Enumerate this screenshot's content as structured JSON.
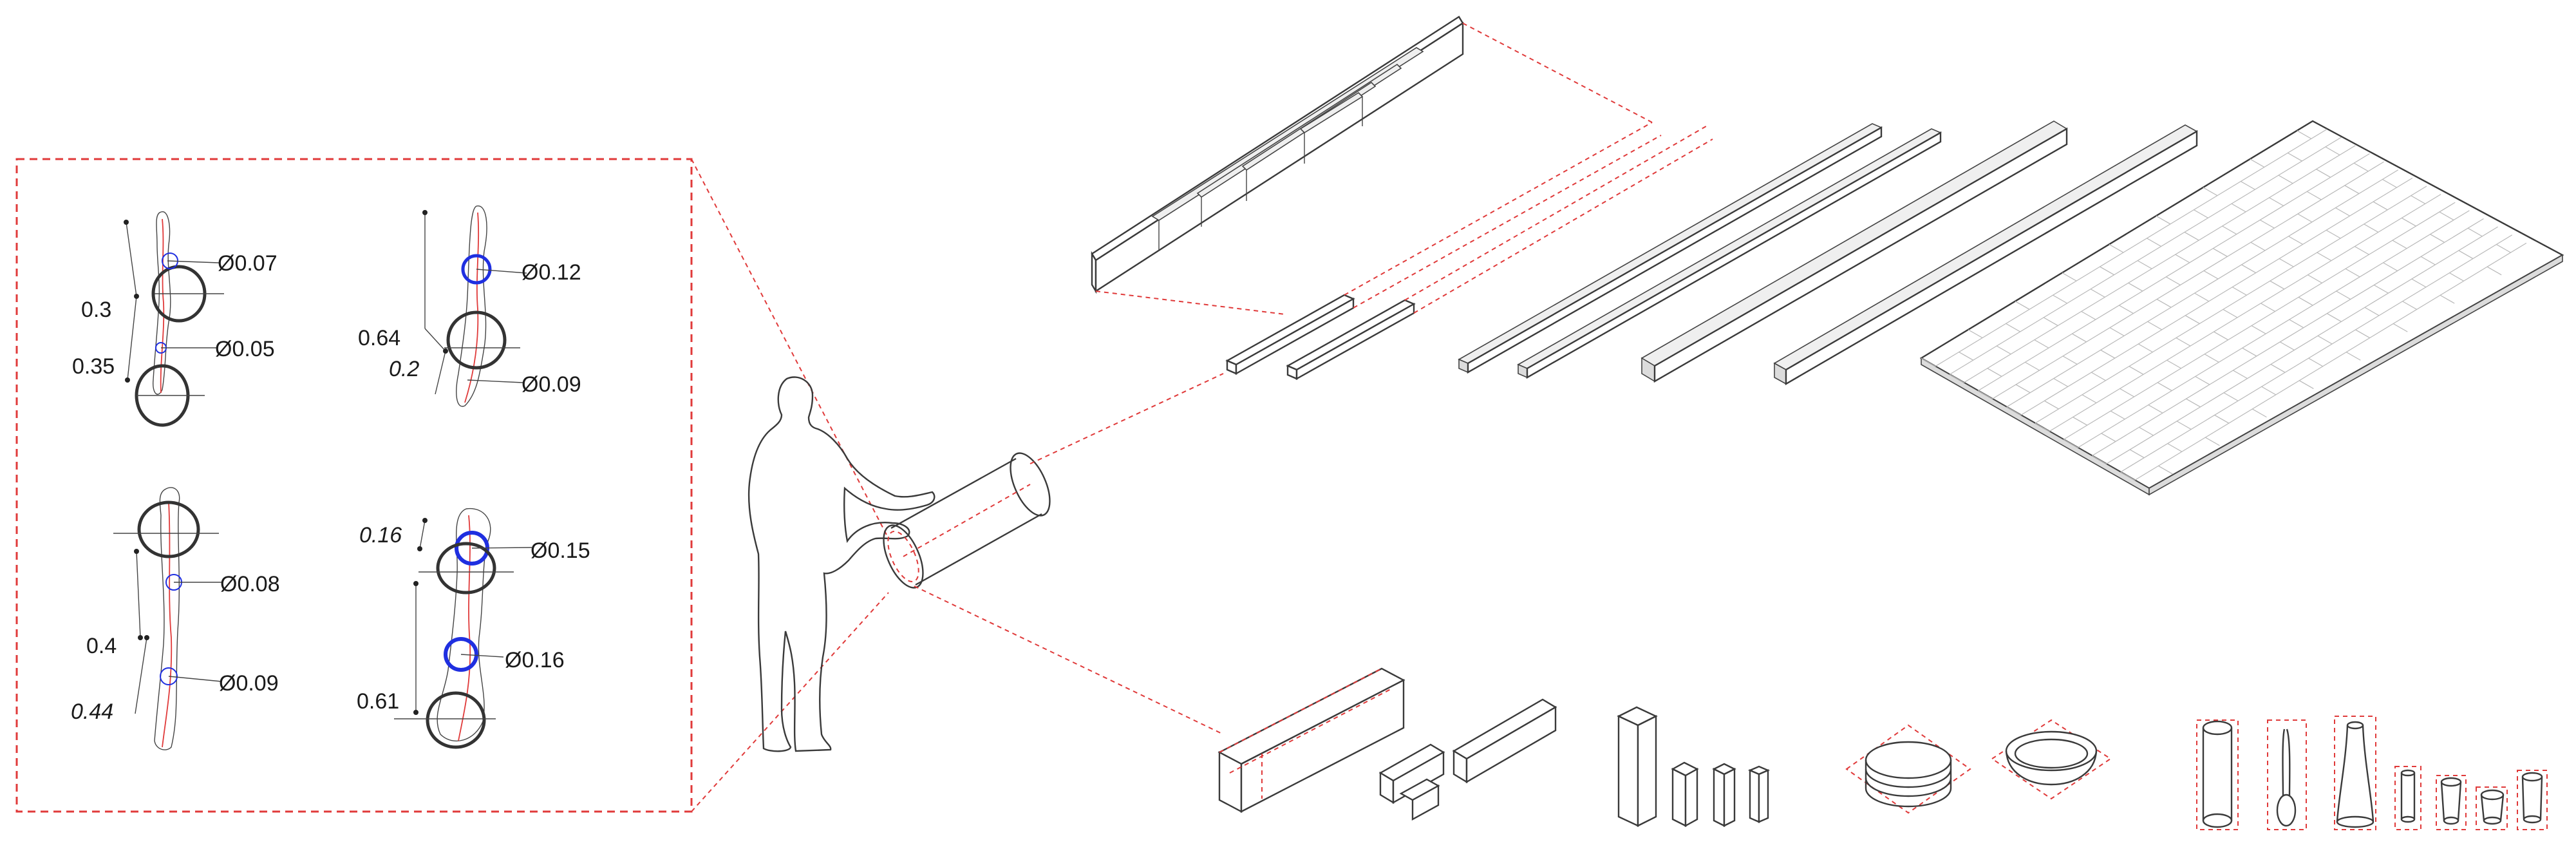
{
  "measurements": {
    "sample_1": {
      "len_upper": "0.3",
      "len_lower": "0.35",
      "dia_upper": "Ø0.07",
      "dia_lower": "Ø0.05"
    },
    "sample_2": {
      "len_main": "0.64",
      "len_small": "0.2",
      "dia_upper": "Ø0.12",
      "dia_lower": "Ø0.09"
    },
    "sample_3": {
      "len_upper": "0.4",
      "len_lower": "0.44",
      "dia_upper": "Ø0.08",
      "dia_lower": "Ø0.09"
    },
    "sample_4": {
      "len_small": "0.16",
      "len_main": "0.61",
      "dia_upper": "Ø0.15",
      "dia_lower": "Ø0.16"
    }
  },
  "colors": {
    "construction_lines": "#e03a3a",
    "measured_circles": "#1f2fe0",
    "line_work": "#3a3a3a",
    "background": "#ffffff"
  }
}
